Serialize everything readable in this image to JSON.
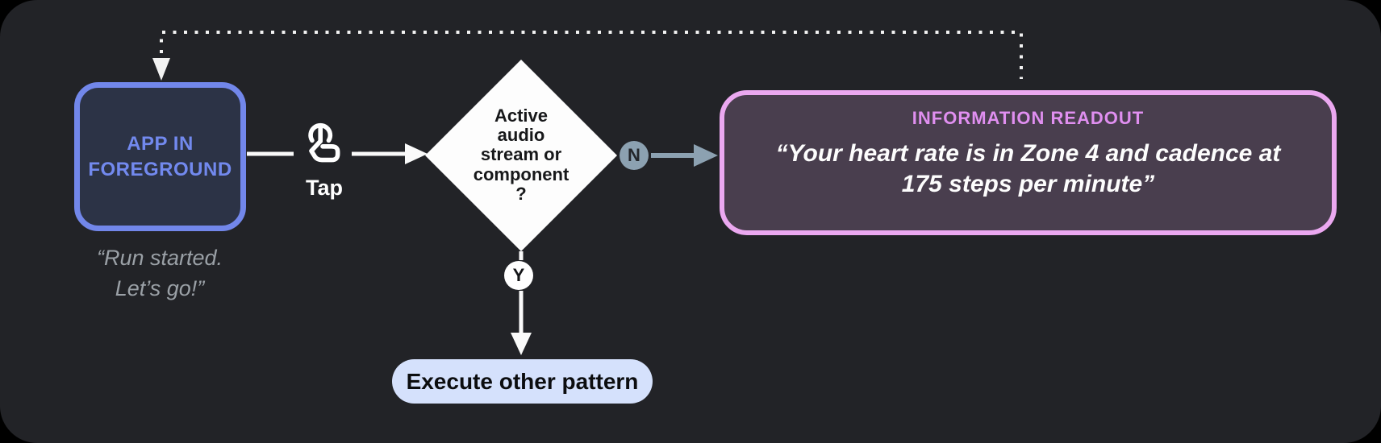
{
  "app_box": {
    "label_line1": "APP IN",
    "label_line2": "FOREGROUND",
    "caption_line1": "“Run started.",
    "caption_line2": "Let’s go!”"
  },
  "tap": {
    "label": "Tap",
    "icon": "touch-tap-gesture"
  },
  "decision": {
    "lines": [
      "Active",
      "audio",
      "stream or",
      "component",
      "?"
    ]
  },
  "branches": {
    "no_label": "N",
    "yes_label": "Y"
  },
  "readout": {
    "title": "INFORMATION READOUT",
    "quote_line1": "“Your heart rate is in Zone 4 and cadence at",
    "quote_line2": "175 steps per minute”"
  },
  "action": {
    "label": "Execute other pattern"
  },
  "colors": {
    "background": "#222327",
    "app_border": "#7287ea",
    "app_fill": "#2c3346",
    "app_text": "#7289ee",
    "caption_gray": "#9aa0a6",
    "diamond_fill": "#fdfdfd",
    "branch_badge_gray": "#8ca1b1",
    "readout_border": "#eba8f0",
    "readout_fill": "#493e4e",
    "readout_title": "#e08ff0",
    "pill_fill": "#d5e1fc",
    "connector_white": "#fafafa"
  }
}
